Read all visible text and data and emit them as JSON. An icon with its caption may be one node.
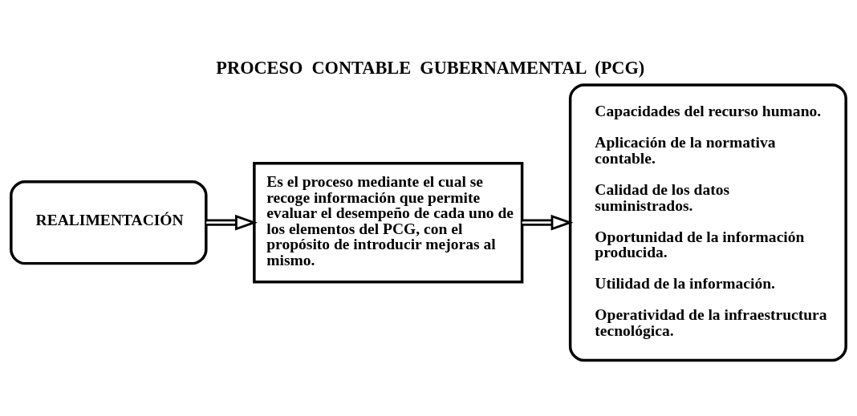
{
  "diagram": {
    "title": "PROCESO  CONTABLE  GUBERNAMENTAL  (PCG)",
    "nodes": [
      {
        "text": [
          "REALIMENTACIÓN"
        ]
      },
      {
        "text": [
          "Es el proceso mediante el cual se recoge información que permite evaluar el desempeño de cada uno de los elementos del PCG, con el propósito de introducir mejoras al mismo."
        ]
      },
      {
        "text": [
          "Capacidades del recurso humano.",
          "Aplicación de la normativa contable.",
          "Calidad de los datos suministrados.",
          "Oportunidad de la información producida.",
          "Utilidad de la información.",
          "Operatividad de la infraestructura tecnológica."
        ]
      }
    ],
    "edges": [
      {
        "from": 0,
        "to": 1,
        "arrow": "to"
      },
      {
        "from": 1,
        "to": 2,
        "arrow": "to"
      }
    ]
  }
}
